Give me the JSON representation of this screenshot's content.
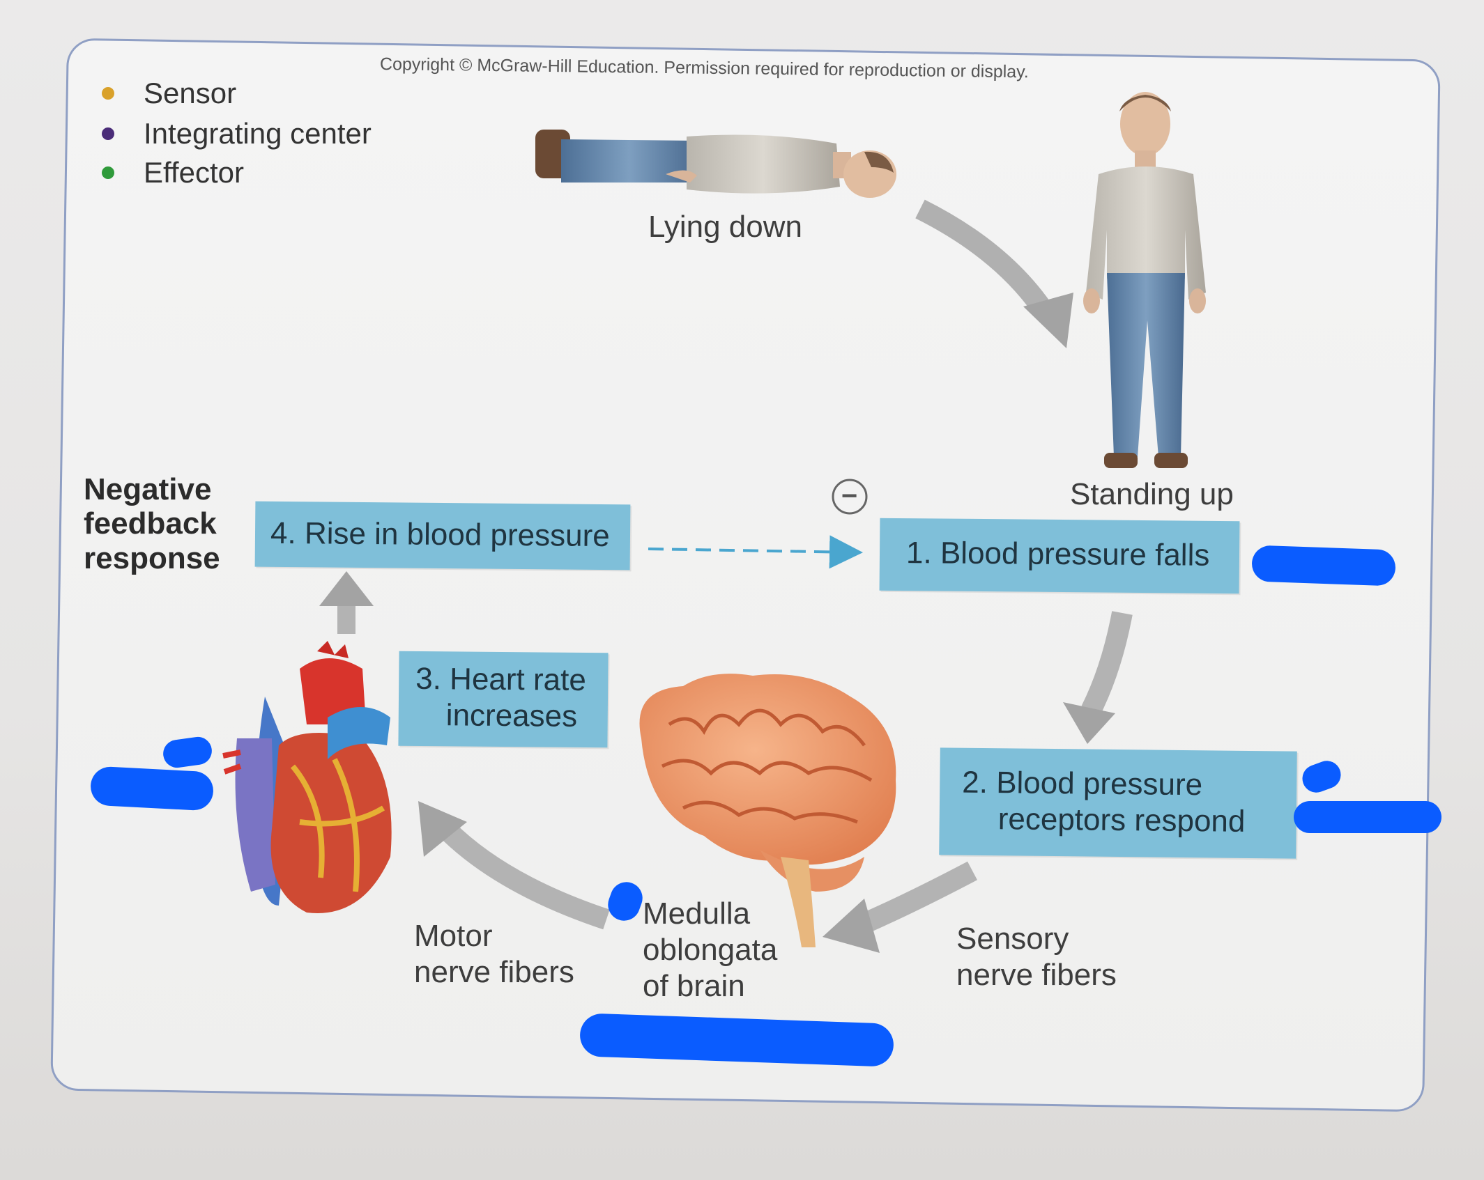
{
  "copyright": "Copyright © McGraw-Hill Education. Permission required for reproduction or display.",
  "legend": [
    {
      "label": "Sensor",
      "color": "#d9a12a"
    },
    {
      "label": "Integrating center",
      "color": "#4a2c78"
    },
    {
      "label": "Effector",
      "color": "#2f9a3a"
    }
  ],
  "figures": {
    "lying_down": "Lying down",
    "standing_up": "Standing up"
  },
  "title": {
    "line1": "Negative",
    "line2": "feedback",
    "line3": "response"
  },
  "negative_symbol": "−",
  "steps": {
    "step1": "1. Blood pressure falls",
    "step2_line1": "2. Blood pressure",
    "step2_line2": "receptors respond",
    "step3_line1": "3. Heart rate",
    "step3_line2": "increases",
    "step4": "4. Rise in blood pressure"
  },
  "nerves": {
    "motor_line1": "Motor",
    "motor_line2": "nerve fibers",
    "sensory_line1": "Sensory",
    "sensory_line2": "nerve fibers"
  },
  "brain_label": {
    "line1": "Medulla",
    "line2": "oblongata",
    "line3": "of brain"
  },
  "colors": {
    "step_box": "#7fbfd9",
    "arrow": "#a9a9a9",
    "redaction": "#0a5cff",
    "dashed_arrow": "#4aa6cf"
  }
}
